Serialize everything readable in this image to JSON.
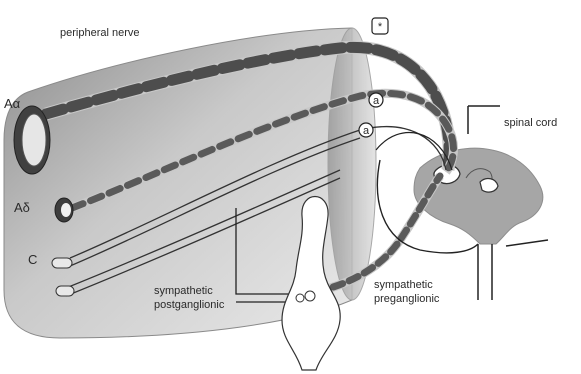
{
  "labels": {
    "title": "peripheral nerve",
    "spinal_cord": "spinal cord",
    "fiber_aa": "Aα",
    "fiber_ad": "Aδ",
    "fiber_c": "C",
    "postganglionic_line1": "sympathetic",
    "postganglionic_line2": "postganglionic",
    "preganglionic_line1": "sympathetic",
    "preganglionic_line2": "preganglionic"
  },
  "markers": {
    "aa_terminal": "*",
    "ad_terminal": "a",
    "c_terminal": "a"
  },
  "colors": {
    "nerve_fill": "#bfbfbf",
    "myelin": "#4d4d4d",
    "spinal_gray": "#a6a6a6",
    "line": "#222222"
  }
}
